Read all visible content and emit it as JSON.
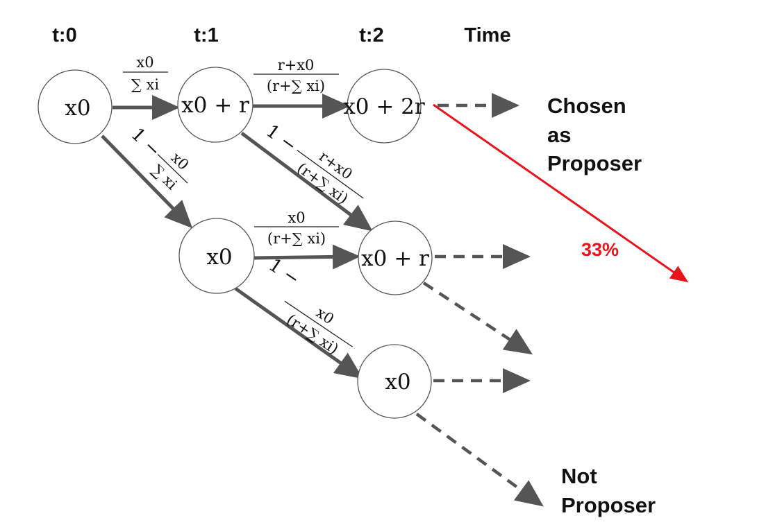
{
  "time_headers": [
    "t:0",
    "t:1",
    "t:2",
    "Time"
  ],
  "nodes": {
    "n0": "x0",
    "n1_top": "x0 + r",
    "n1_bottom": "x0",
    "n2_top": "x0 + 2r",
    "n2_middle": "x0 + r",
    "n2_bottom": "x0"
  },
  "edge_labels": {
    "n0_to_n1_top": {
      "numerator": "x0",
      "denominator": "∑ xi"
    },
    "n0_to_n1_bottom": {
      "prefix": "1 −",
      "numerator": "x0",
      "denominator": "∑ xi"
    },
    "n1_top_to_n2_top": {
      "numerator": "r+x0",
      "denominator": "(r+∑ xi)"
    },
    "n1_top_to_n2_middle": {
      "prefix": "1 −",
      "numerator": "r+x0",
      "denominator": "(r+∑ xi)"
    },
    "n1_bottom_to_n2_middle": {
      "numerator": "x0",
      "denominator": "(r+∑ xi)"
    },
    "n1_bottom_to_n2_bottom": {
      "prefix": "1 −",
      "numerator": "x0",
      "denominator": "(r+∑ xi)"
    }
  },
  "outcomes": {
    "chosen": [
      "Chosen",
      "as",
      "Proposer"
    ],
    "not_chosen": [
      "Not",
      "Proposer"
    ]
  },
  "highlight": {
    "percent": "33%",
    "color": "#e8141c"
  },
  "colors": {
    "arrow": "#555555",
    "node_stroke": "#555555",
    "text": "#111111",
    "background": "#ffffff"
  }
}
